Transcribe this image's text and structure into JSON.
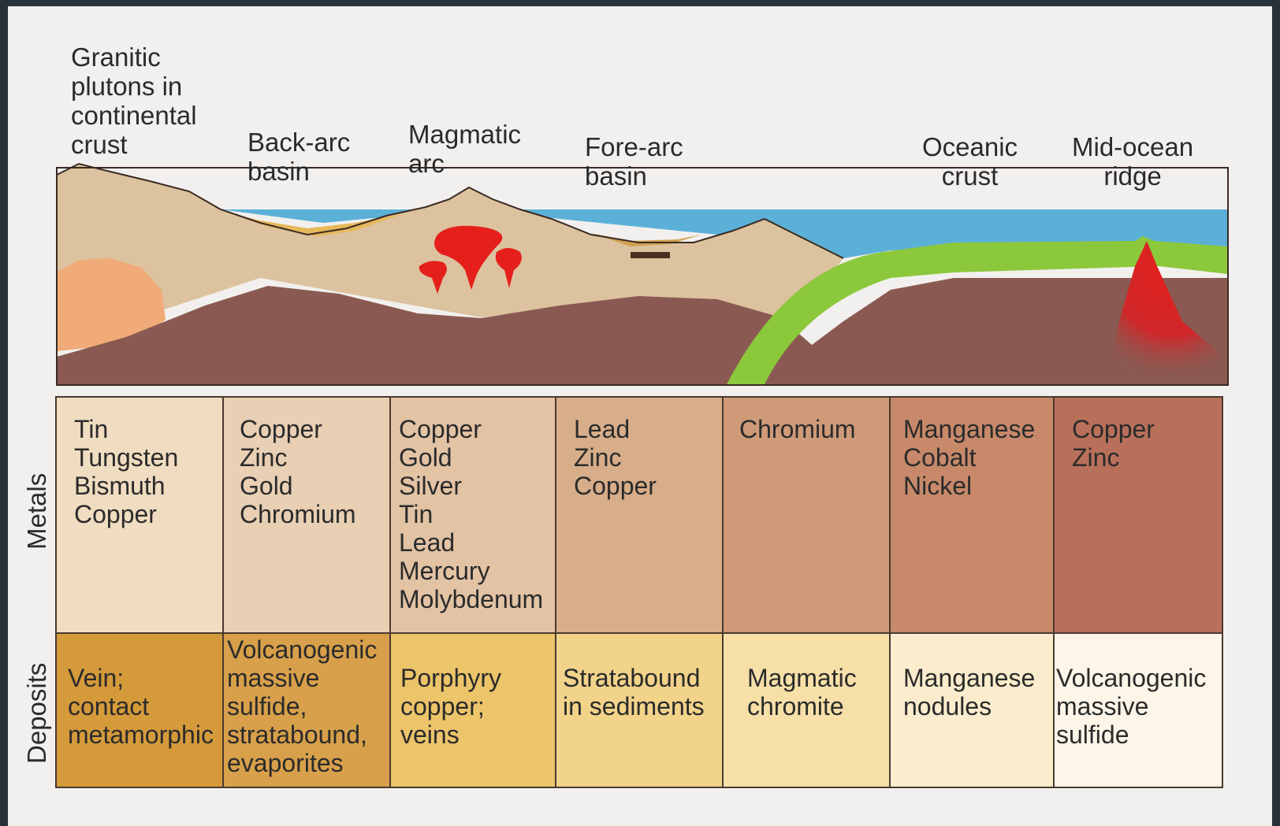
{
  "top_labels": {
    "granitic": "Granitic\nplutons in\ncontinental\ncrust",
    "back_arc": "Back-arc\nbasin",
    "magmatic_arc": "Magmatic\narc",
    "fore_arc": "Fore-arc\nbasin",
    "oceanic_crust": "Oceanic\ncrust",
    "mid_ocean_ridge": "Mid-ocean\nridge"
  },
  "row_labels": {
    "metals": "Metals",
    "deposits": "Deposits"
  },
  "metals": [
    "Tin\nTungsten\nBismuth\nCopper",
    "Copper\nZinc\nGold\nChromium",
    "Copper\nGold\nSilver\nTin\nLead\nMercury\nMolybdenum",
    "Lead\nZinc\nCopper",
    "Chromium",
    "Manganese\nCobalt\nNickel",
    "Copper\nZinc"
  ],
  "deposits": [
    "Vein;\ncontact\nmetamorphic",
    "Volcanogenic\nmassive\nsulfide,\nstratabound,\nevaporites",
    "Porphyry\n    copper;\nveins",
    "Stratabound\nin sediments",
    "Magmatic\nchromite",
    "Manganese\nnodules",
    "Volcanogenic\nmassive\nsulfide"
  ],
  "colors": {
    "metals_cells": [
      "#f0dcc0",
      "#e9cfb3",
      "#e2c3a4",
      "#d7ad8a",
      "#cf9a78",
      "#c7896a",
      "#b9705a"
    ],
    "deposits_cells": [
      "#d59a3a",
      "#d8a04a",
      "#ecc46a",
      "#f2d38a",
      "#f6e0a8",
      "#faeccc",
      "#fcf5e8"
    ],
    "continental_crust": "#dcc29e",
    "mantle": "#8a5a52",
    "ocean": "#5bb0d8",
    "oceanic_plate": "#8cc83c",
    "magma": "#e5201c",
    "granite": "#f0ab78"
  }
}
